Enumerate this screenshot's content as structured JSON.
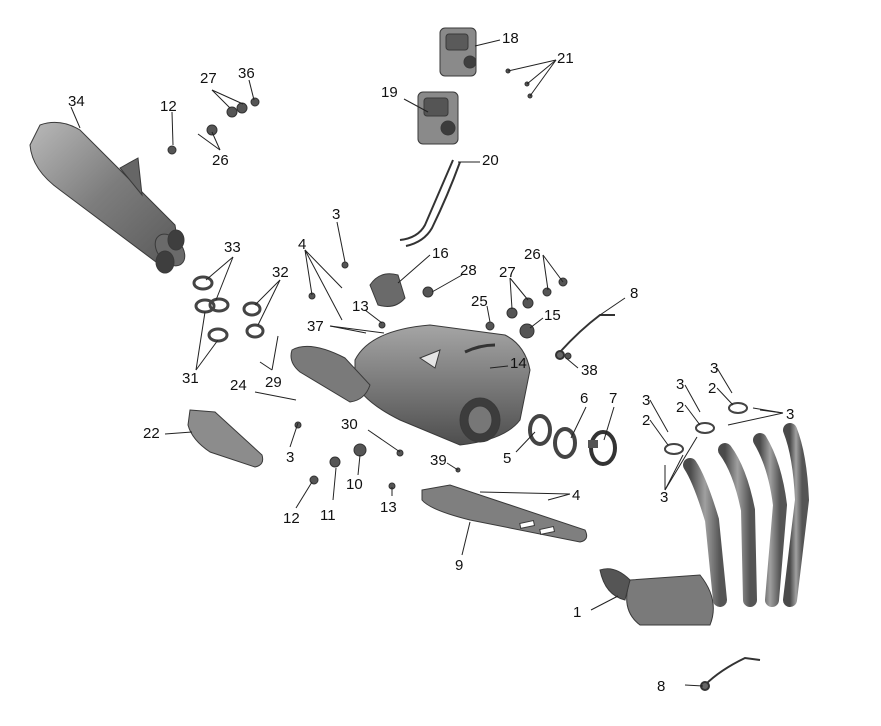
{
  "diagram": {
    "callouts": {
      "c1": "1",
      "c2a": "2",
      "c2b": "2",
      "c2c": "2",
      "c3a": "3",
      "c3b": "3",
      "c3c": "3",
      "c3d": "3",
      "c3e": "3",
      "c3f": "3",
      "c3g": "3",
      "c4a": "4",
      "c4b": "4",
      "c5": "5",
      "c6": "6",
      "c7": "7",
      "c8a": "8",
      "c8b": "8",
      "c9": "9",
      "c10": "10",
      "c11": "11",
      "c12a": "12",
      "c12b": "12",
      "c13a": "13",
      "c13b": "13",
      "c14": "14",
      "c15": "15",
      "c16": "16",
      "c18": "18",
      "c19": "19",
      "c20": "20",
      "c21": "21",
      "c22": "22",
      "c24": "24",
      "c25": "25",
      "c26a": "26",
      "c26b": "26",
      "c27a": "27",
      "c27b": "27",
      "c28": "28",
      "c29": "29",
      "c30": "30",
      "c31": "31",
      "c32": "32",
      "c33": "33",
      "c34": "34",
      "c36": "36",
      "c37": "37",
      "c38": "38",
      "c39": "39"
    }
  }
}
